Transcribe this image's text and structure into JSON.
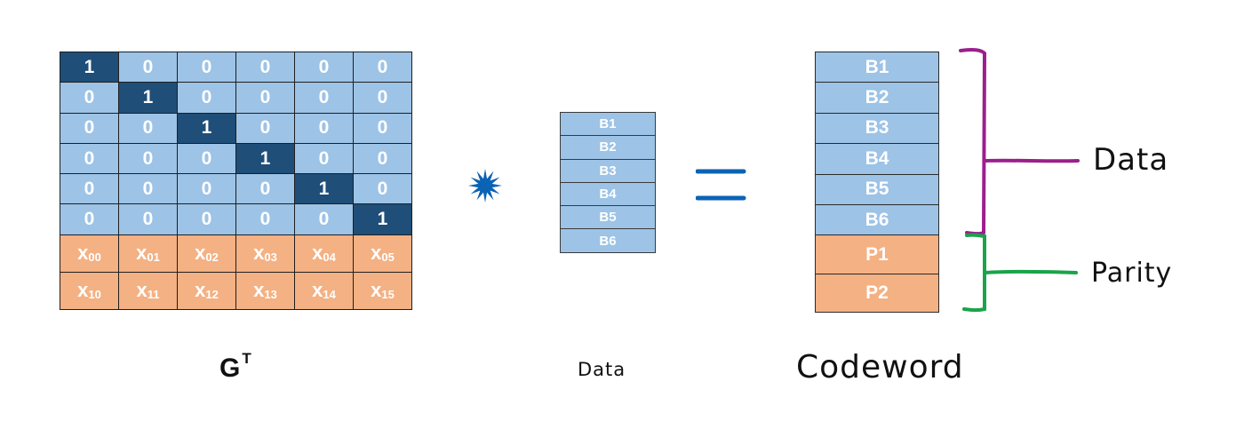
{
  "matrix": {
    "label": "G",
    "label_sup": "T",
    "rows": [
      [
        "1",
        "0",
        "0",
        "0",
        "0",
        "0"
      ],
      [
        "0",
        "1",
        "0",
        "0",
        "0",
        "0"
      ],
      [
        "0",
        "0",
        "1",
        "0",
        "0",
        "0"
      ],
      [
        "0",
        "0",
        "0",
        "1",
        "0",
        "0"
      ],
      [
        "0",
        "0",
        "0",
        "0",
        "1",
        "0"
      ],
      [
        "0",
        "0",
        "0",
        "0",
        "0",
        "1"
      ]
    ],
    "parity_rows": [
      [
        [
          "x",
          "00"
        ],
        [
          "x",
          "01"
        ],
        [
          "x",
          "02"
        ],
        [
          "x",
          "03"
        ],
        [
          "x",
          "04"
        ],
        [
          "x",
          "05"
        ]
      ],
      [
        [
          "x",
          "10"
        ],
        [
          "x",
          "11"
        ],
        [
          "x",
          "12"
        ],
        [
          "x",
          "13"
        ],
        [
          "x",
          "14"
        ],
        [
          "x",
          "15"
        ]
      ]
    ]
  },
  "data_vector": {
    "label": "Data",
    "cells": [
      "B1",
      "B2",
      "B3",
      "B4",
      "B5",
      "B6"
    ]
  },
  "codeword": {
    "label": "Codeword",
    "data_cells": [
      "B1",
      "B2",
      "B3",
      "B4",
      "B5",
      "B6"
    ],
    "parity_cells": [
      "P1",
      "P2"
    ]
  },
  "annotations": {
    "data_label": "Data",
    "parity_label": "Parity"
  },
  "colors": {
    "zero_cell": "#9dc3e6",
    "one_cell": "#1f4e79",
    "parity_cell": "#f4b183",
    "operator": "#0b63b5",
    "data_bracket": "#9c1f8c",
    "parity_bracket": "#1aa34a"
  },
  "icons": {
    "multiply": "star-burst-icon",
    "equals": "equals-icon"
  }
}
